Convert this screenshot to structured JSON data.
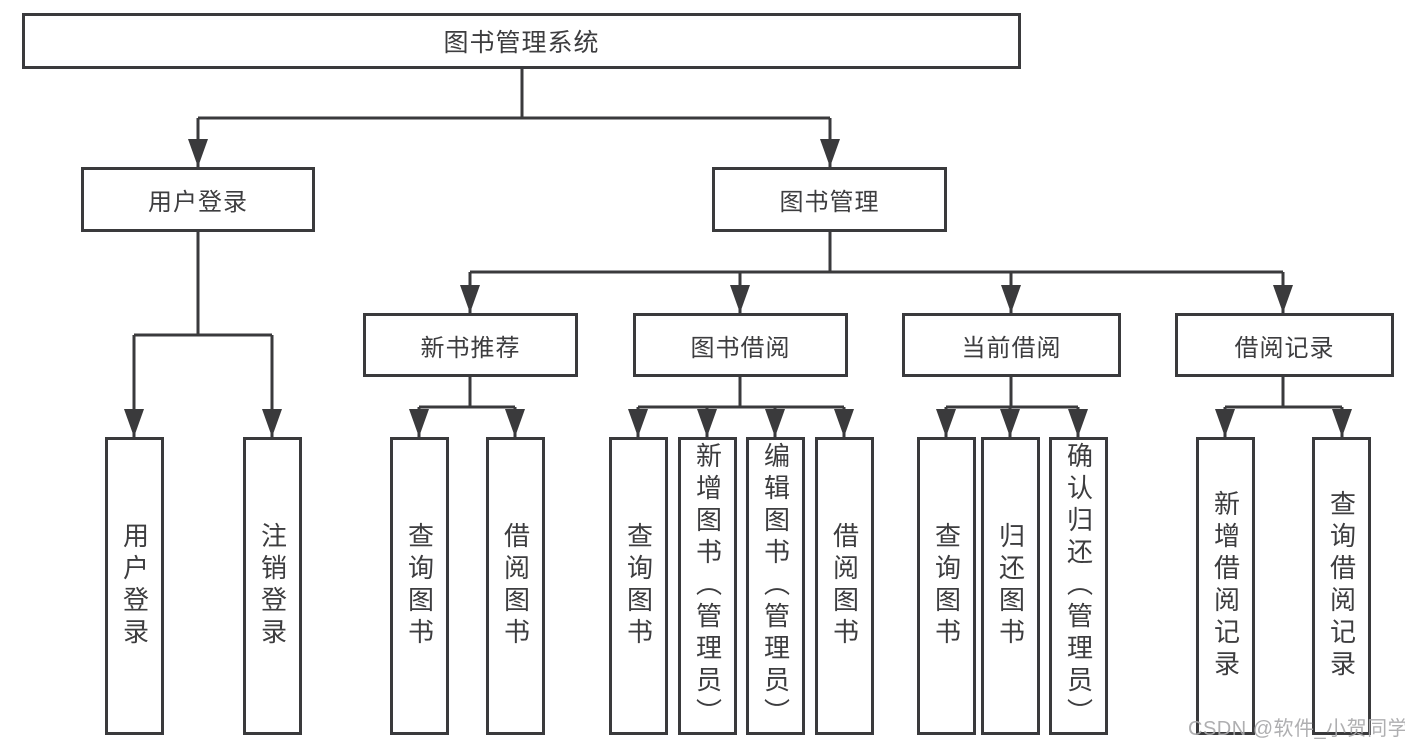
{
  "diagram": {
    "type": "hierarchy-tree",
    "tree": {
      "label": "图书管理系统",
      "children": [
        {
          "label": "用户登录",
          "children": [
            {
              "label": "用户登录"
            },
            {
              "label": "注销登录"
            }
          ]
        },
        {
          "label": "图书管理",
          "children": [
            {
              "label": "新书推荐",
              "children": [
                {
                  "label": "查询图书"
                },
                {
                  "label": "借阅图书"
                }
              ]
            },
            {
              "label": "图书借阅",
              "children": [
                {
                  "label": "查询图书"
                },
                {
                  "label": "新增图书（管理员）"
                },
                {
                  "label": "编辑图书（管理员）"
                },
                {
                  "label": "借阅图书"
                }
              ]
            },
            {
              "label": "当前借阅",
              "children": [
                {
                  "label": "查询图书"
                },
                {
                  "label": "归还图书"
                },
                {
                  "label": "确认归还（管理员）"
                }
              ]
            },
            {
              "label": "借阅记录",
              "children": [
                {
                  "label": "新增借阅记录"
                },
                {
                  "label": "查询借阅记录"
                }
              ]
            }
          ]
        }
      ]
    },
    "colors": {
      "line": "#3a3a3c",
      "text": "#3d3d3f",
      "watermark": "#a8a8aa"
    }
  },
  "watermark": {
    "text": "CSDN @软件_小贺同学"
  }
}
